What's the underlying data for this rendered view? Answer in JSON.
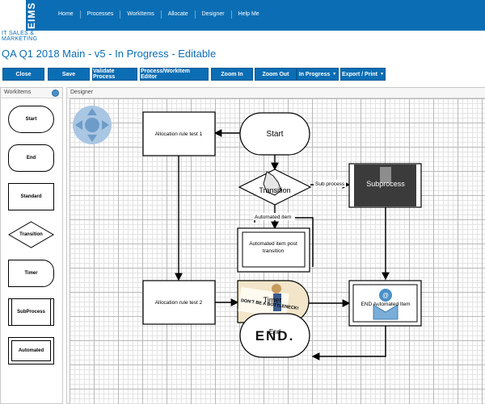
{
  "app": {
    "logo": "EIMS",
    "subtitle_line1": "IT SALES &",
    "subtitle_line2": "MARKETING"
  },
  "nav": {
    "items": [
      "Home",
      "Processes",
      "WorkItems",
      "Allocate",
      "Designer",
      "Help Me"
    ]
  },
  "page_title": "QA Q1 2018 Main - v5 - In Progress - Editable",
  "toolbar": {
    "buttons": [
      "Close",
      "Save",
      "Validate Process",
      "Process/WorkItem Editor",
      "Zoom In",
      "Zoom Out"
    ],
    "dropdowns": [
      "In Progress",
      "Export / Print"
    ]
  },
  "workitems_panel": {
    "title": "WorkItems",
    "items": [
      "Start",
      "End",
      "Standard",
      "Transition",
      "Timer",
      "SubProcess",
      "Automated"
    ]
  },
  "designer": {
    "title": "Designer",
    "nodes": {
      "start": "Start",
      "allocation1": "Allocation rule test 1",
      "transition": "Transition",
      "subprocess": "Subprocess",
      "automated_post_line1": "Automated item post",
      "automated_post_line2": "transition",
      "allocation2": "Allocation rule test 2",
      "timer": "Timer",
      "end_automated": "END Automated Item",
      "end": "End"
    },
    "edges": {
      "sub_process": "Sub process",
      "automated_item": "Automated item"
    },
    "decor": {
      "timer_sign": "DON'T BE A BOTTLENECK!",
      "end_stamp": "END."
    }
  },
  "colors": {
    "brand": "#0b6eb4",
    "canvas_grid": "#b8b8b8"
  }
}
